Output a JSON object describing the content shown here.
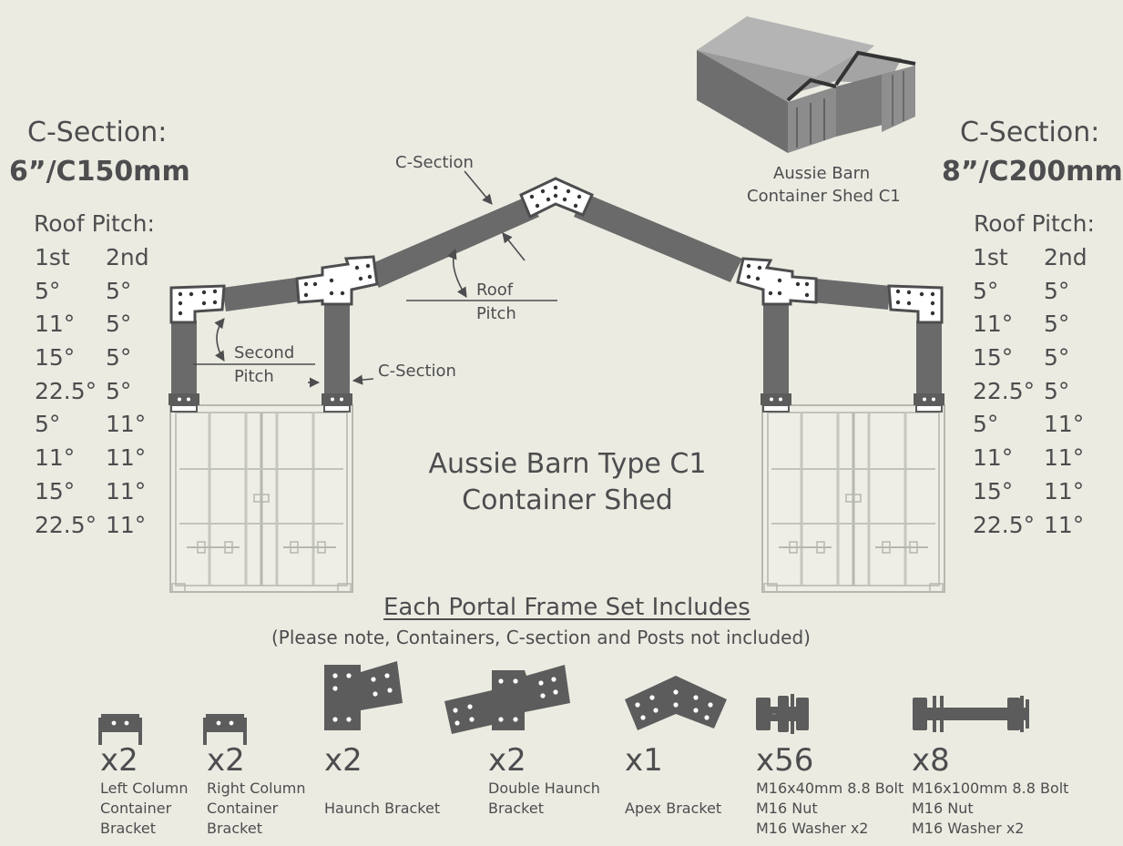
{
  "left_spec": {
    "heading": "C-Section:",
    "size": "6”/C150mm",
    "roof_pitch_title": "Roof Pitch:",
    "col_first": "1st",
    "col_second": "2nd",
    "rows": [
      [
        "5°",
        "5°"
      ],
      [
        "11°",
        "5°"
      ],
      [
        "15°",
        "5°"
      ],
      [
        "22.5°",
        "5°"
      ],
      [
        "5°",
        "11°"
      ],
      [
        "11°",
        "11°"
      ],
      [
        "15°",
        "11°"
      ],
      [
        "22.5°",
        "11°"
      ]
    ]
  },
  "right_spec": {
    "heading": "C-Section:",
    "size": "8”/C200mm",
    "roof_pitch_title": "Roof Pitch:",
    "col_first": "1st",
    "col_second": "2nd",
    "rows": [
      [
        "5°",
        "5°"
      ],
      [
        "11°",
        "5°"
      ],
      [
        "15°",
        "5°"
      ],
      [
        "22.5°",
        "5°"
      ],
      [
        "5°",
        "11°"
      ],
      [
        "11°",
        "11°"
      ],
      [
        "15°",
        "11°"
      ],
      [
        "22.5°",
        "11°"
      ]
    ]
  },
  "thumbnail": {
    "caption_line1": "Aussie Barn",
    "caption_line2": "Container Shed C1"
  },
  "diagram": {
    "title_line1": "Aussie Barn Type C1",
    "title_line2": "Container Shed",
    "label_csection_top": "C-Section",
    "label_csection_side": "C-Section",
    "label_roof_pitch_1": "Roof",
    "label_roof_pitch_2": "Pitch",
    "label_second_pitch_1": "Second",
    "label_second_pitch_2": "Pitch"
  },
  "includes": {
    "title": "Each Portal Frame Set Includes",
    "note": "(Please note, Containers, C-section and Posts not included)",
    "items": [
      {
        "qty": "x2",
        "lines": [
          "Left Column",
          "Container",
          "Bracket"
        ]
      },
      {
        "qty": "x2",
        "lines": [
          "Right Column",
          "Container",
          "Bracket"
        ]
      },
      {
        "qty": "x2",
        "lines": [
          "Haunch Bracket"
        ]
      },
      {
        "qty": "x2",
        "lines": [
          "Double Haunch",
          "Bracket"
        ]
      },
      {
        "qty": "x1",
        "lines": [
          "Apex Bracket"
        ]
      },
      {
        "qty": "x56",
        "lines": [
          "M16x40mm 8.8 Bolt",
          "M16 Nut",
          "M16 Washer x2"
        ]
      },
      {
        "qty": "x8",
        "lines": [
          "M16x100mm 8.8 Bolt",
          "M16 Nut",
          "M16 Washer x2"
        ]
      }
    ]
  },
  "colors": {
    "background": "#ecebe2",
    "text": "#4d4d4f",
    "beam": "#6a6a6a",
    "bracket": "#5c5c5c",
    "container_line": "#b7b7b1"
  }
}
